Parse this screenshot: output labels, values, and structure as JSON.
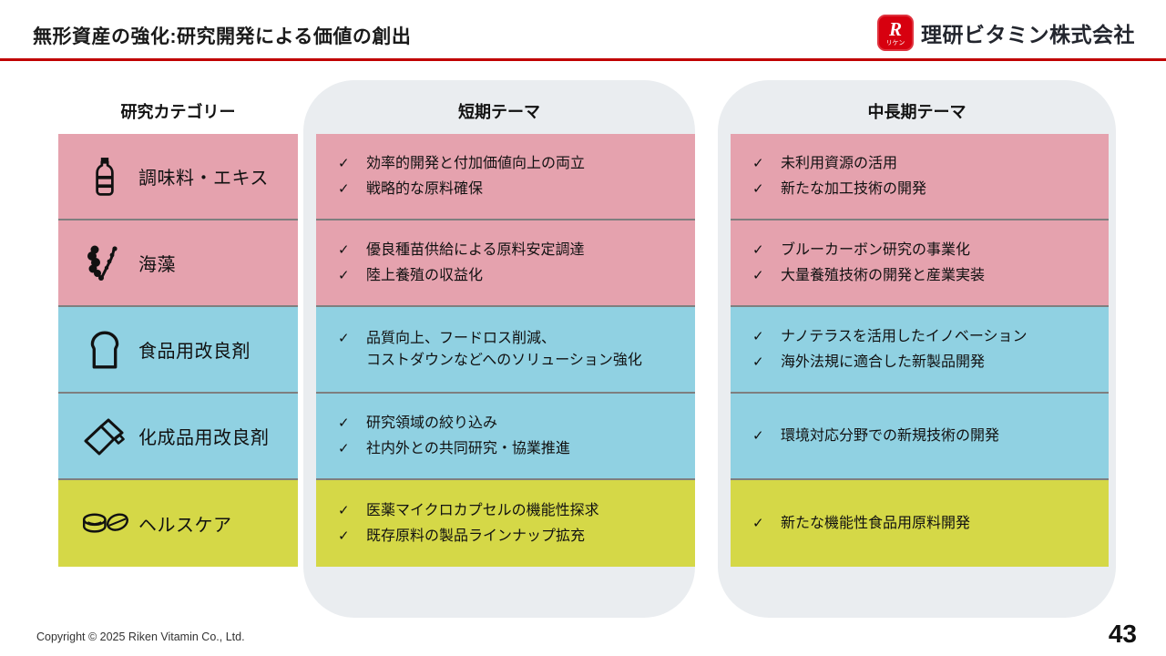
{
  "header": {
    "title": "無形資産の強化:研究開発による価値の創出",
    "logo_mark": "R",
    "logo_sub": "リケン",
    "logo_text": "理研ビタミン株式会社"
  },
  "columns": {
    "category": "研究カテゴリー",
    "short_term": "短期テーマ",
    "mid_long_term": "中長期テーマ"
  },
  "checkmark": "✓",
  "rows": [
    {
      "category": "調味料・エキス",
      "icon": "bottle-icon",
      "color": "#e5a2ae",
      "short_term": [
        "効率的開発と付加価値向上の両立",
        "戦略的な原料確保"
      ],
      "mid_long_term": [
        "未利用資源の活用",
        "新たな加工技術の開発"
      ]
    },
    {
      "category": "海藻",
      "icon": "seaweed-icon",
      "color": "#e5a2ae",
      "short_term": [
        "優良種苗供給による原料安定調達",
        "陸上養殖の収益化"
      ],
      "mid_long_term": [
        "ブルーカーボン研究の事業化",
        "大量養殖技術の開発と産業実装"
      ]
    },
    {
      "category": "食品用改良剤",
      "icon": "bread-icon",
      "color": "#90d1e2",
      "short_term": [
        "品質向上、フードロス削減、\nコストダウンなどへのソリューション強化"
      ],
      "mid_long_term": [
        "ナノテラスを活用したイノベーション",
        "海外法規に適合した新製品開発"
      ]
    },
    {
      "category": "化成品用改良剤",
      "icon": "film-icon",
      "color": "#90d1e2",
      "short_term": [
        "研究領域の絞り込み",
        "社内外との共同研究・協業推進"
      ],
      "mid_long_term": [
        "環境対応分野での新規技術の開発"
      ]
    },
    {
      "category": "ヘルスケア",
      "icon": "pills-icon",
      "color": "#d5d847",
      "short_term": [
        "医薬マイクロカプセルの機能性探求",
        "既存原料の製品ラインナップ拡充"
      ],
      "mid_long_term": [
        "新たな機能性食品用原料開発"
      ]
    }
  ],
  "footer": {
    "copyright": "Copyright © 2025 Riken Vitamin Co., Ltd.",
    "page_number": "43"
  },
  "colors": {
    "pink": "#e5a2ae",
    "blue": "#90d1e2",
    "yellow_green": "#d5d847",
    "panel_gray": "#eaedf0",
    "accent_red": "#c00000",
    "logo_red": "#d7000f",
    "divider_gray": "#7f7f7f"
  }
}
